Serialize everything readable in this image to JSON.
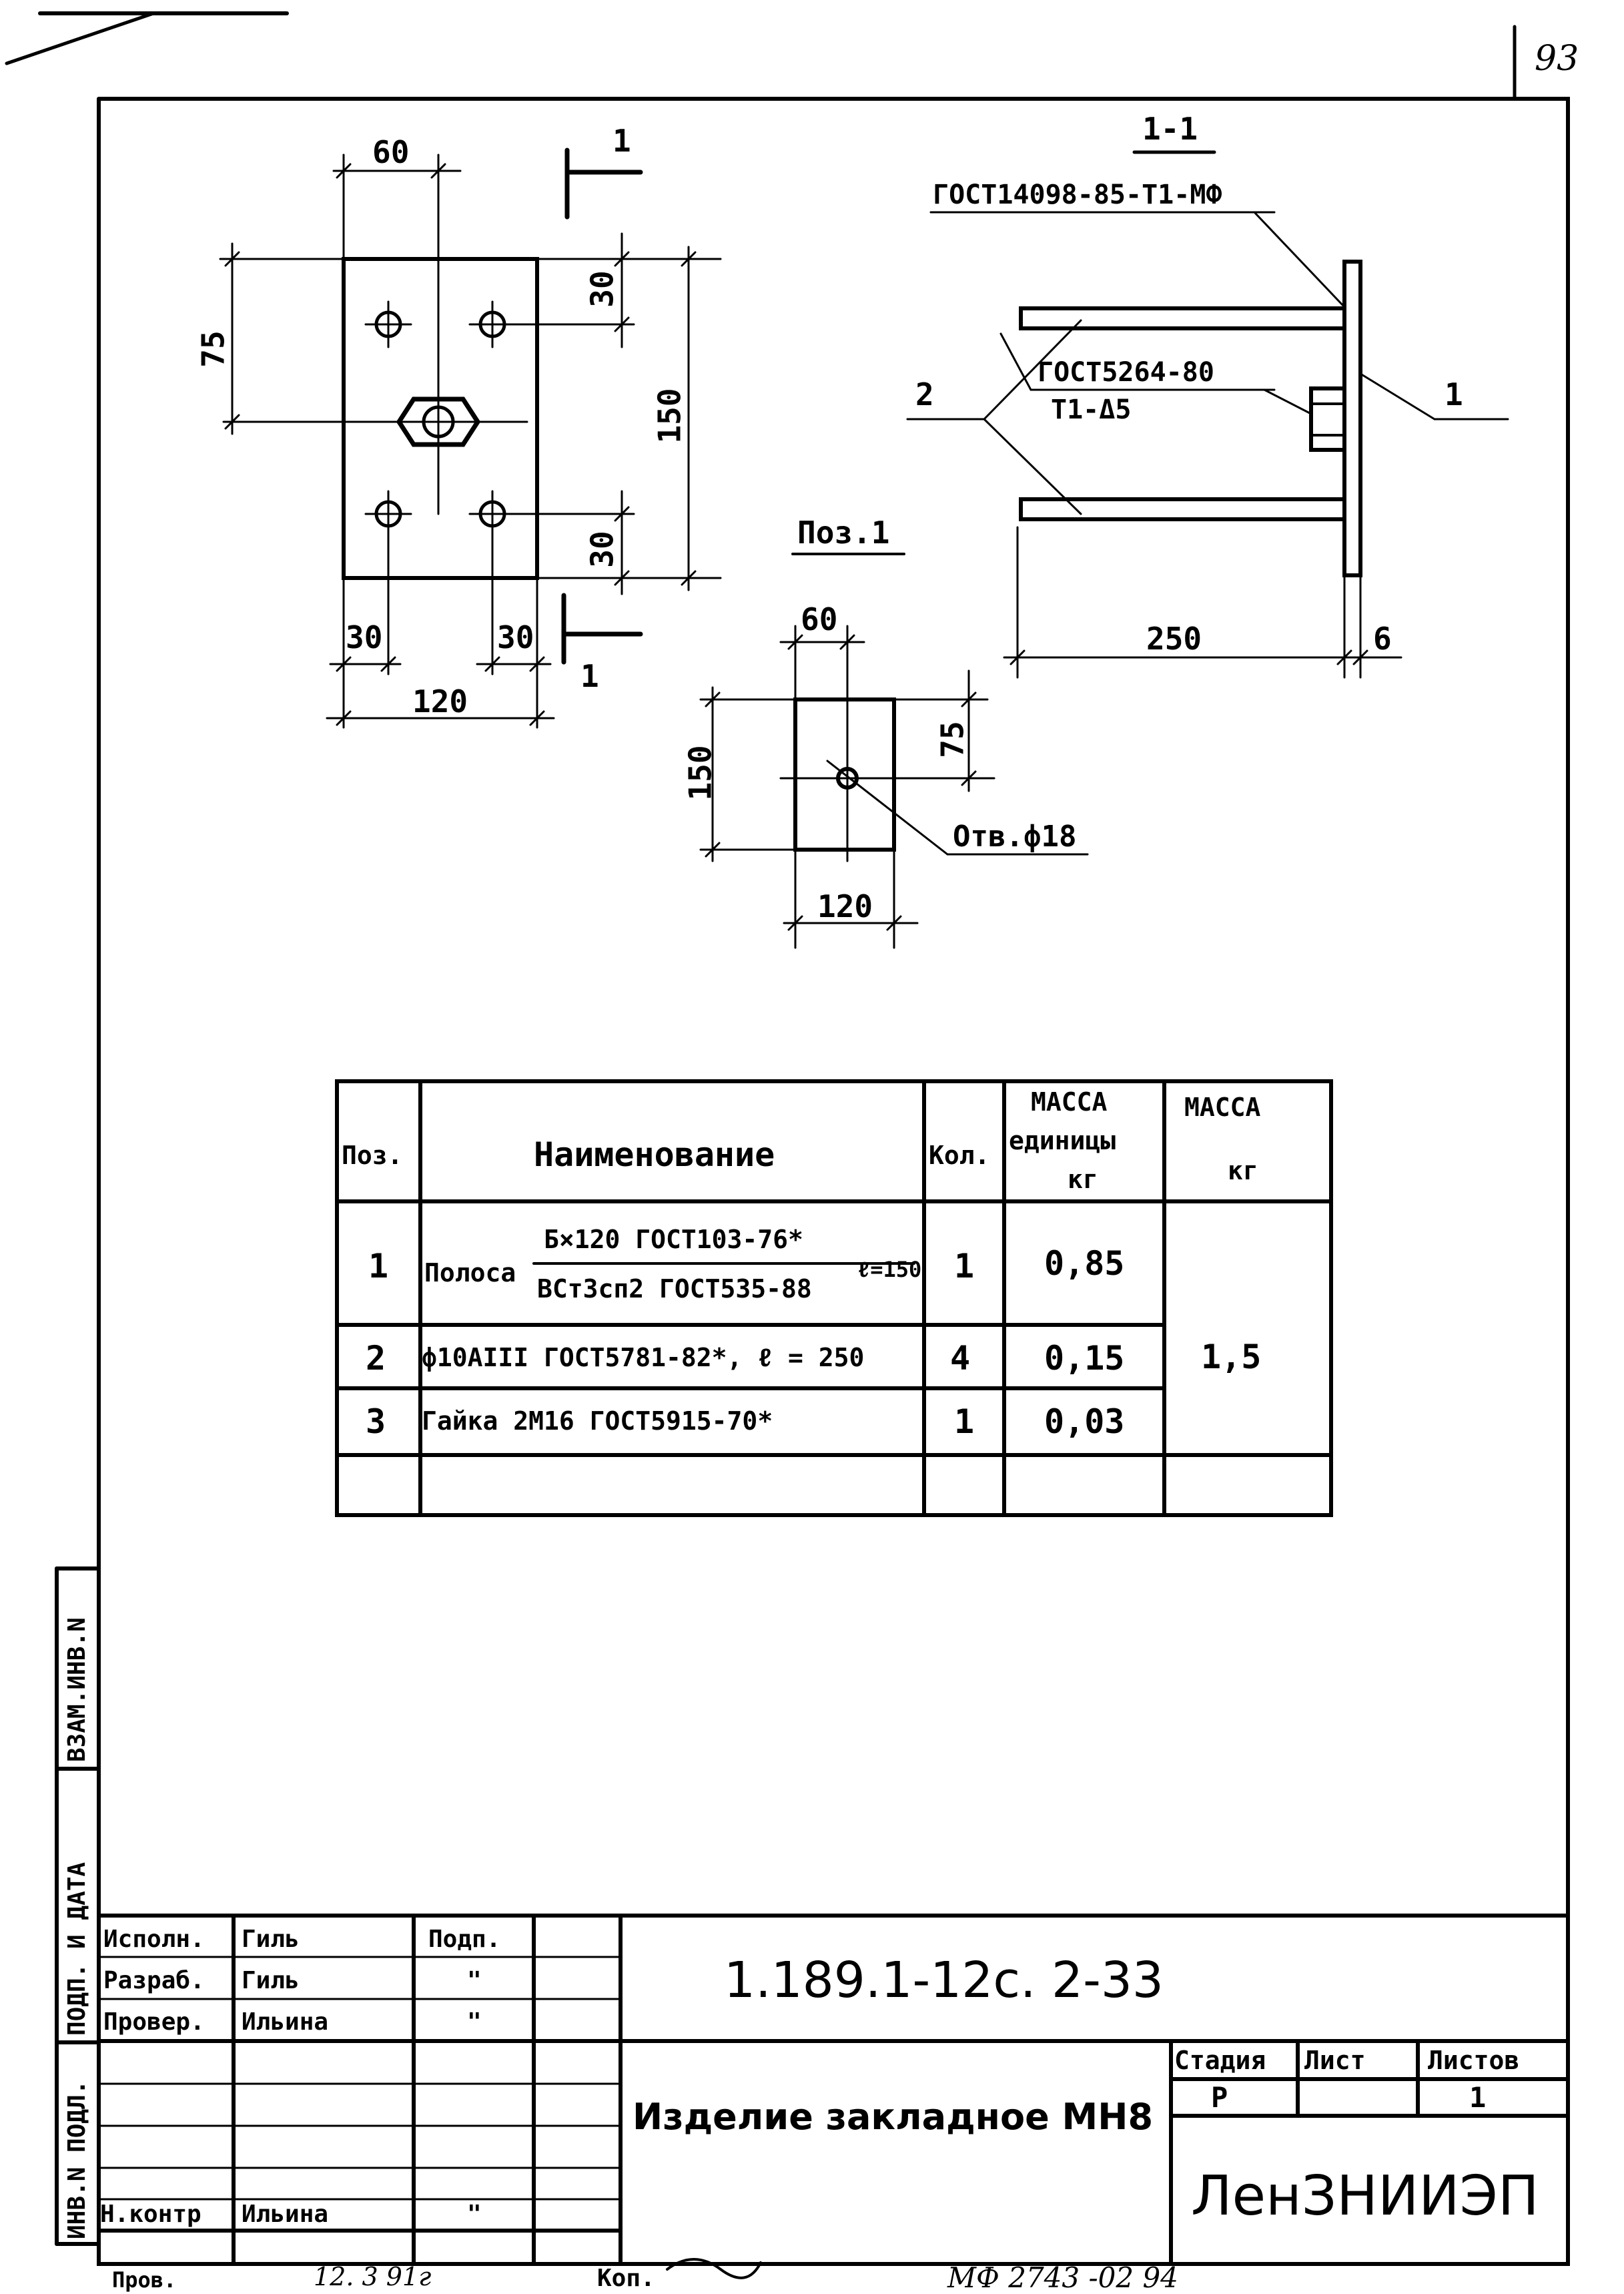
{
  "page_number": "93",
  "plan_view": {
    "section_mark": "1",
    "dims": {
      "top": "60",
      "left": "75",
      "right_top": "30",
      "right_total": "150",
      "right_bottom": "30",
      "bottom_left": "30",
      "bottom_right": "30",
      "bottom_total": "120"
    }
  },
  "section": {
    "title": "1-1",
    "weld_note_1": "ГОСТ14098-85-Т1-МФ",
    "weld_note_2a": "ГОСТ5264-80",
    "weld_note_2b": "Т1-Δ5",
    "callout_2": "2",
    "callout_1": "1",
    "dim_length": "250",
    "dim_thick": "6"
  },
  "pos1": {
    "title": "Поз.1",
    "dims": {
      "top": "60",
      "left": "150",
      "right": "75",
      "bottom": "120"
    },
    "hole_note": "Отв.ф18"
  },
  "spec_table": {
    "headers": {
      "pos": "Поз.",
      "name": "Наименование",
      "qty": "Кол.",
      "unit_mass_1": "МАССА",
      "unit_mass_2": "единицы",
      "unit_mass_3": "кг",
      "mass_1": "МАССА",
      "mass_2": "кг"
    },
    "rows": [
      {
        "pos": "1",
        "name_prefix": "Полоса",
        "name_top": "Б×120 ГОСТ103-76*",
        "name_bottom": "ВСт3сп2 ГОСТ535-88",
        "name_suffix": "ℓ=150",
        "qty": "1",
        "unit_mass": "0,85"
      },
      {
        "pos": "2",
        "name": "ф10АIII ГОСТ5781-82*, ℓ = 250",
        "qty": "4",
        "unit_mass": "0,15"
      },
      {
        "pos": "3",
        "name": "Гайка 2М16 ГОСТ5915-70*",
        "qty": "1",
        "unit_mass": "0,03"
      }
    ],
    "total_mass": "1,5"
  },
  "side_labels": {
    "vzam": "ВЗАМ.ИНВ.N",
    "podp": "ПОДП. И ДАТА",
    "inv": "ИНВ.N ПОДЛ."
  },
  "title_block": {
    "roles": [
      "Исполн.",
      "Разраб.",
      "Провер.",
      "",
      "",
      "",
      "Н.контр"
    ],
    "names": [
      "Гиль",
      "Гиль",
      "Ильина",
      "",
      "",
      "",
      "Ильина"
    ],
    "sign_header": "Подп.",
    "signs": [
      "\"",
      "\"",
      "",
      "",
      "",
      "\""
    ],
    "doc_code": "1.189.1-12с. 2-33",
    "product_name": "Изделие закладное МН8",
    "stage_label": "Стадия",
    "sheet_label": "Лист",
    "sheets_label": "Листов",
    "stage_value": "Р",
    "sheet_value": "",
    "sheets_value": "1",
    "org": "ЛенЗНИИЭП"
  },
  "footer": {
    "prov": "Пров.",
    "prov_sign": "12. 3 91г",
    "kop": "Коп.",
    "archive": "МФ 2743 -02  94"
  }
}
